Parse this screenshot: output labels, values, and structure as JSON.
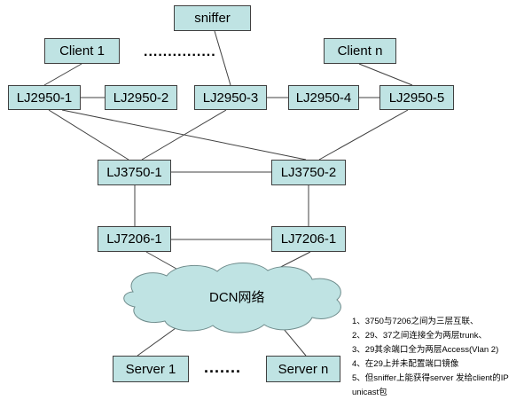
{
  "nodes": {
    "sniffer": "sniffer",
    "client_1": "Client 1",
    "client_n": "Client n",
    "lj2950_1": "LJ2950-1",
    "lj2950_2": "LJ2950-2",
    "lj2950_3": "LJ2950-3",
    "lj2950_4": "LJ2950-4",
    "lj2950_5": "LJ2950-5",
    "lj3750_1": "LJ3750-1",
    "lj3750_2": "LJ3750-2",
    "lj7206_1_left": "LJ7206-1",
    "lj7206_1_right": "LJ7206-1",
    "server_1": "Server 1",
    "server_n": "Server n"
  },
  "cloud": {
    "label": "DCN网络"
  },
  "dots": {
    "clients": "...............",
    "servers": "......."
  },
  "notes": [
    "1、3750与7206之间为三层互联、",
    "2、29、37之间连接全为两层trunk、",
    "3、29其余端口全为两层Access(Vlan 2)",
    "4、在29上并未配置端口镜像",
    "5、但sniffer上能获得server 发给client的IP",
    "unicast包"
  ],
  "colors": {
    "box_fill": "#bfe3e3",
    "cloud_fill": "#bfe3e3",
    "line": "#404040"
  }
}
